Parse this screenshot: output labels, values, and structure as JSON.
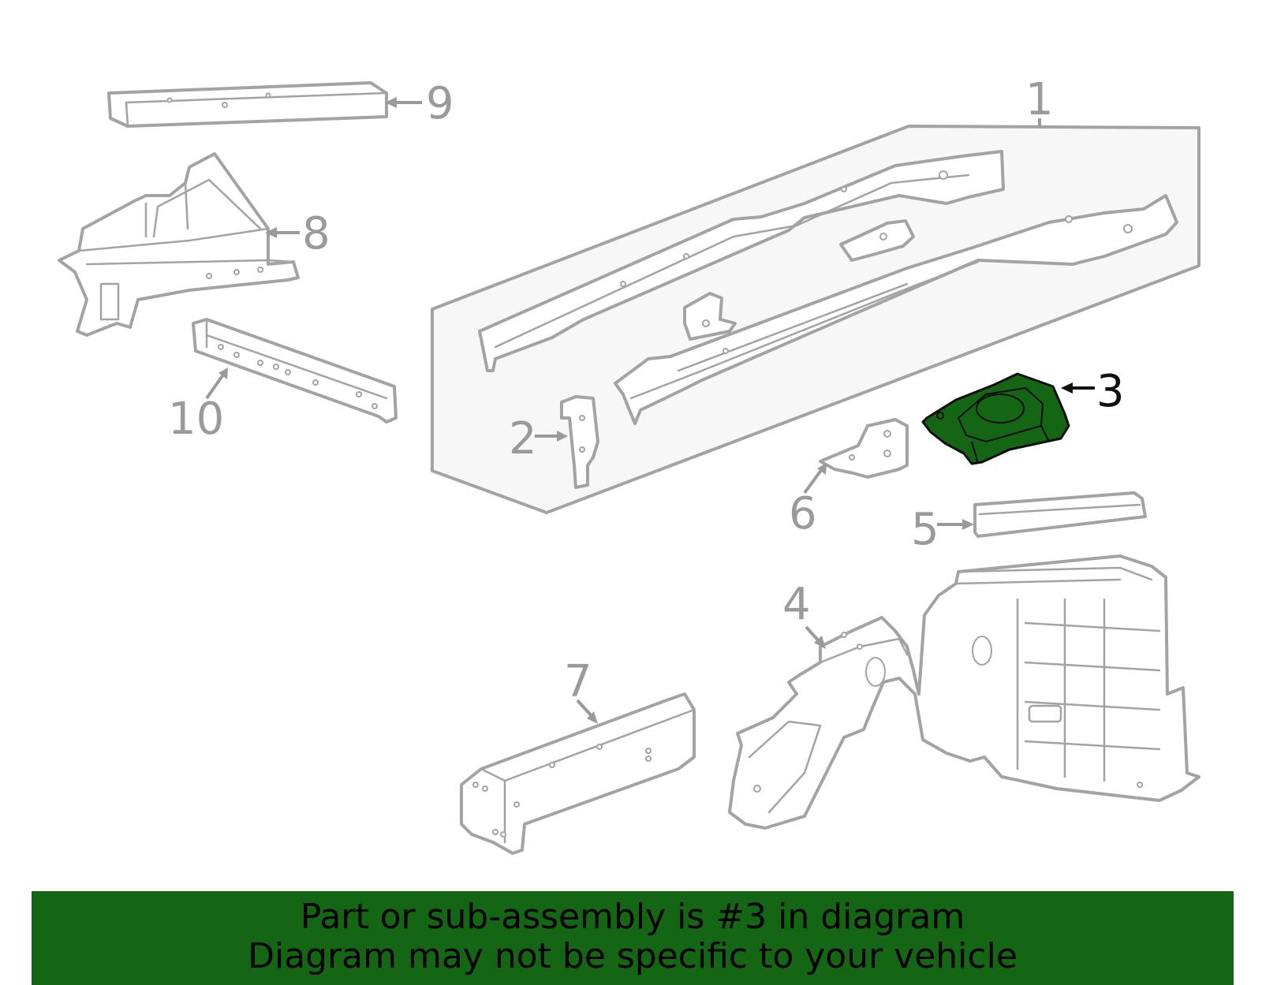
{
  "callouts": {
    "c1": "1",
    "c2": "2",
    "c3": "3",
    "c4": "4",
    "c5": "5",
    "c6": "6",
    "c7": "7",
    "c8": "8",
    "c9": "9",
    "c10": "10"
  },
  "highlighted_part": "3",
  "colors": {
    "highlight_fill": "#146614",
    "outline": "#a3a3a3",
    "banner_bg": "#146614",
    "frame_box_fill": "#f7f7f7"
  },
  "banner": {
    "line1": "Part or sub-assembly is #3 in diagram",
    "line2": "Diagram may not be specific to your vehicle"
  }
}
